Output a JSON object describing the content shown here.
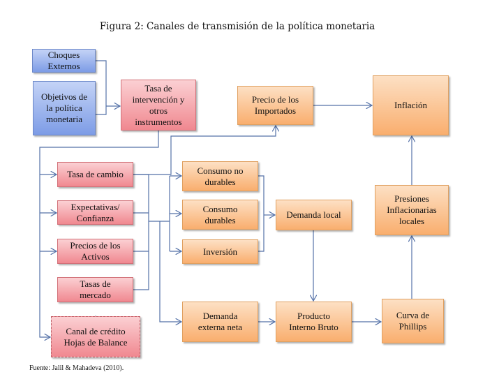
{
  "title": "Figura 2: Canales de transmisión de la política monetaria",
  "source": "Fuente: Jalil & Mahadeva (2010).",
  "boxes": {
    "choques": "Choques Externos",
    "objetivos": "Objetivos de la política monetaria",
    "tasa_intervencion": "Tasa de intervención y otros instrumentos",
    "precio_importados": "Precio de los Importados",
    "inflacion": "Inflación",
    "tasa_cambio": "Tasa de cambio",
    "expectativas": "Expectativas/ Confianza",
    "precios_activos": "Precios de los Activos",
    "tasas_mercado": "Tasas de mercado",
    "canal_credito": "Canal de crédito Hojas de Balance",
    "consumo_no_durables": "Consumo no durables",
    "consumo_durables": "Consumo durables",
    "inversion": "Inversión",
    "demanda_local": "Demanda local",
    "demanda_externa": "Demanda externa neta",
    "pib": "Producto Interno Bruto",
    "phillips": "Curva de Phillips",
    "presiones": "Presiones Inflacionarias locales"
  },
  "colors": {
    "line": "#5572a8",
    "blue": "#7d9ce6",
    "red": "#f08890",
    "orange": "#f9ae6e"
  }
}
